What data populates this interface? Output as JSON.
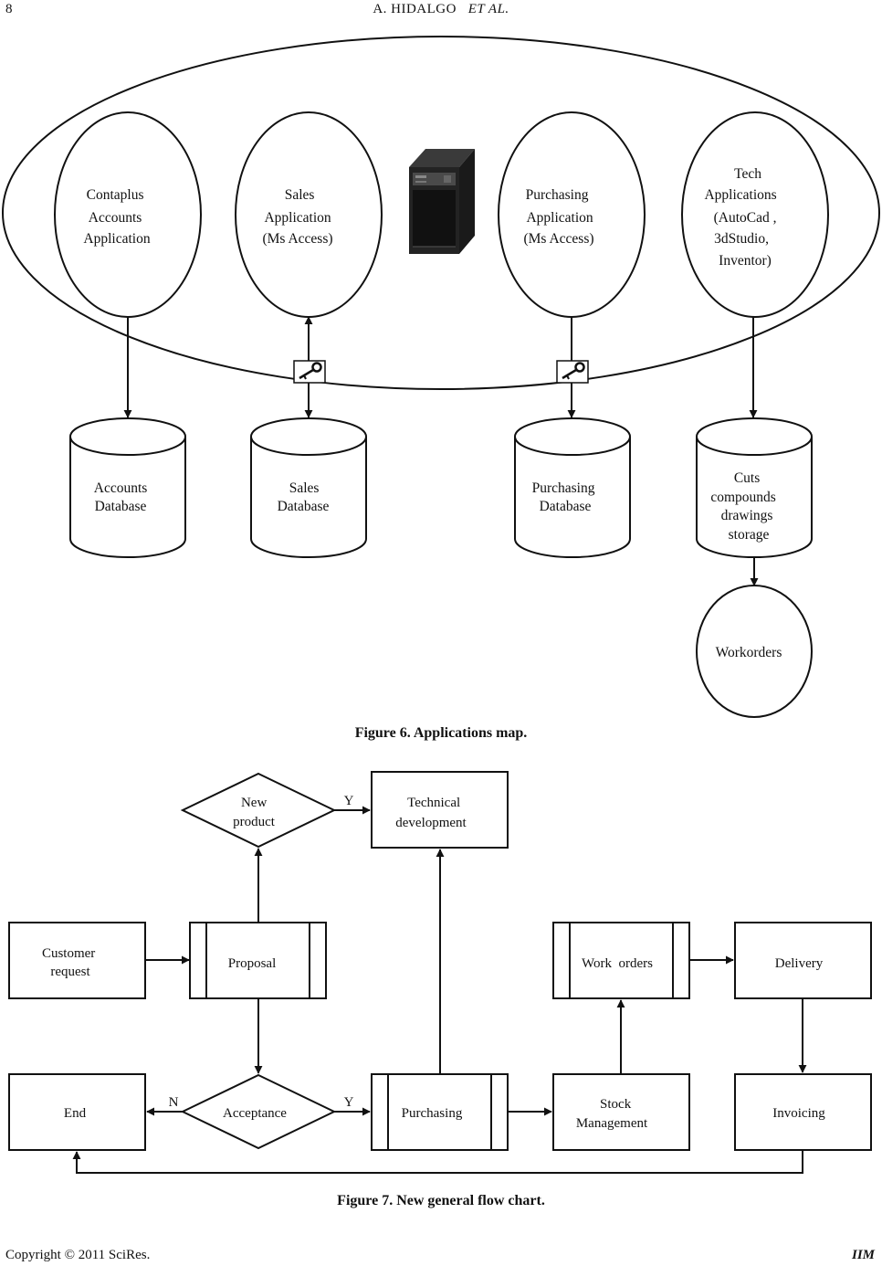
{
  "header": {
    "page_number": "8",
    "running_head_authors": "A. HIDALGO",
    "running_head_etal": "ET    AL."
  },
  "figure6": {
    "caption": "Figure 6. Applications map.",
    "apps": [
      {
        "lines": [
          "Contaplus",
          "Accounts",
          "Application"
        ]
      },
      {
        "lines": [
          "Sales",
          "Application",
          "(Ms Access)"
        ]
      },
      {
        "lines": [
          "Purchasing",
          "Application",
          "(Ms Access)"
        ]
      },
      {
        "lines": [
          "Tech",
          "Applications",
          "(AutoCad ,",
          "3dStudio,",
          "Inventor)"
        ]
      }
    ],
    "databases": [
      {
        "lines": [
          "Accounts",
          "Database"
        ]
      },
      {
        "lines": [
          "Sales",
          "Database"
        ]
      },
      {
        "lines": [
          "Purchasing",
          "Database"
        ]
      },
      {
        "lines": [
          "Cuts",
          "compounds",
          "drawings",
          "storage"
        ]
      }
    ],
    "workorders": "Workorders",
    "server_icon": "server-tower-icon",
    "key_icon": "key-icon"
  },
  "figure7": {
    "caption": "Figure 7. New general flow chart.",
    "new_product": [
      "New",
      "product"
    ],
    "technical_development": [
      "Technical",
      "development"
    ],
    "customer_request": [
      "Customer",
      "request"
    ],
    "proposal": "Proposal",
    "work_orders": "Work  orders",
    "delivery": "Delivery",
    "end": "End",
    "acceptance": "Acceptance",
    "purchasing": "Purchasing",
    "stock_management": [
      "Stock",
      "Management"
    ],
    "invoicing": "Invoicing",
    "yes_label": "Y",
    "no_label": "N"
  },
  "footer": {
    "copyright": "Copyright © 2011 SciRes.",
    "journal": "IIM"
  }
}
